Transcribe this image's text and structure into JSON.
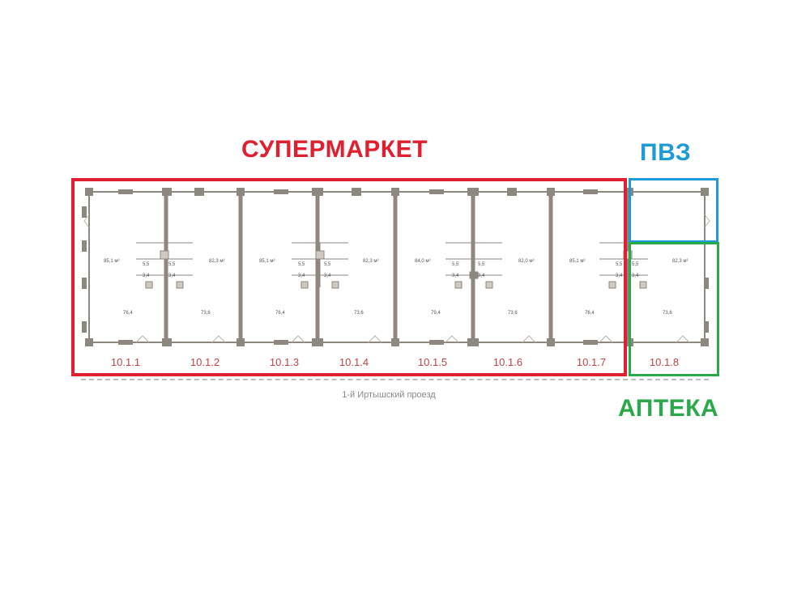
{
  "labels": {
    "supermarket": "СУПЕРМАРКЕТ",
    "pvz": "ПВЗ",
    "apteka": "АПТЕКА"
  },
  "colors": {
    "supermarket": "#e02030",
    "pvz": "#1e9ad6",
    "apteka": "#2aa84a",
    "unit_label": "#c0454a",
    "wall": "#8c877f"
  },
  "street": "1-й Иртышский проезд",
  "units": [
    {
      "id": "10.1.1",
      "area": "85,1 м²",
      "sub": "76,4"
    },
    {
      "id": "10.1.2",
      "area": "82,3 м²",
      "sub": "73,6"
    },
    {
      "id": "10.1.3",
      "area": "85,1 м²",
      "sub": "76,4"
    },
    {
      "id": "10.1.4",
      "area": "82,3 м²",
      "sub": "73,6"
    },
    {
      "id": "10.1.5",
      "area": "84,0 м²",
      "sub": "79,4"
    },
    {
      "id": "10.1.6",
      "area": "82,0 м²",
      "sub": "73,6"
    },
    {
      "id": "10.1.7",
      "area": "85,1 м²",
      "sub": "76,4"
    },
    {
      "id": "10.1.8",
      "area": "82,3 м²",
      "sub": "73,6"
    }
  ],
  "wc_values": [
    "5,5",
    "5,5",
    "3,4",
    "3,4"
  ]
}
